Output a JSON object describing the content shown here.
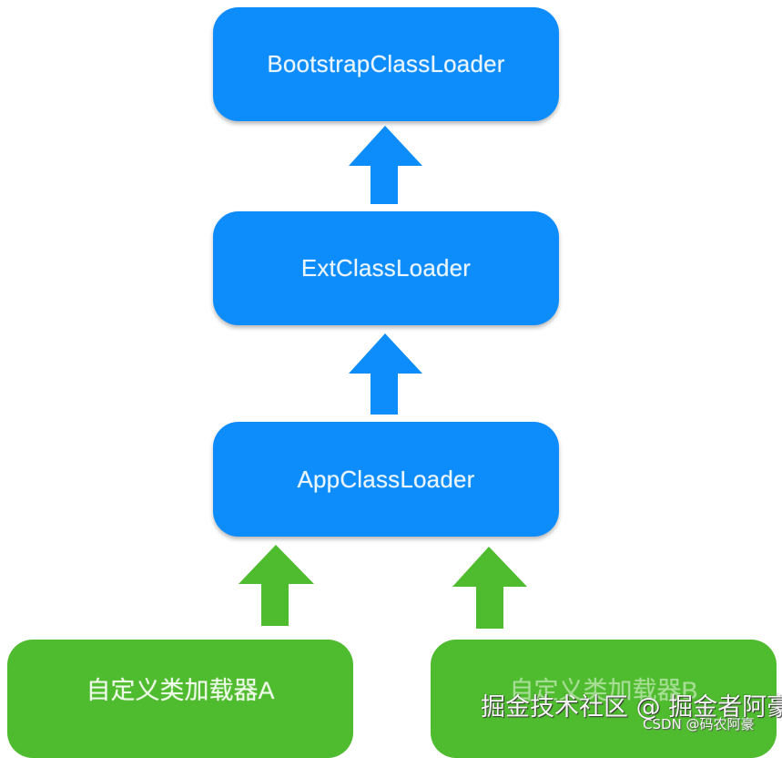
{
  "diagram": {
    "title": "Class loader parent delegation hierarchy",
    "colors": {
      "parent_loader": "#0d8cfb",
      "custom_loader": "#4fbb2e",
      "text": "#eaf6ff"
    },
    "nodes": [
      {
        "id": "bootstrap",
        "label": "BootstrapClassLoader"
      },
      {
        "id": "ext",
        "label": "ExtClassLoader"
      },
      {
        "id": "app",
        "label": "AppClassLoader"
      },
      {
        "id": "custom_a",
        "label": "自定义类加载器A"
      },
      {
        "id": "custom_b",
        "label": "自定义类加载器B"
      }
    ],
    "edges": [
      {
        "from": "ext",
        "to": "bootstrap",
        "color": "blue",
        "direction": "up"
      },
      {
        "from": "app",
        "to": "ext",
        "color": "blue",
        "direction": "up"
      },
      {
        "from": "custom_a",
        "to": "app",
        "color": "green",
        "direction": "up"
      },
      {
        "from": "custom_b",
        "to": "app",
        "color": "green",
        "direction": "up"
      }
    ]
  },
  "watermark": {
    "main": "掘金技术社区 @ 掘金者阿豪",
    "secondary": "CSDN @码农阿豪"
  }
}
